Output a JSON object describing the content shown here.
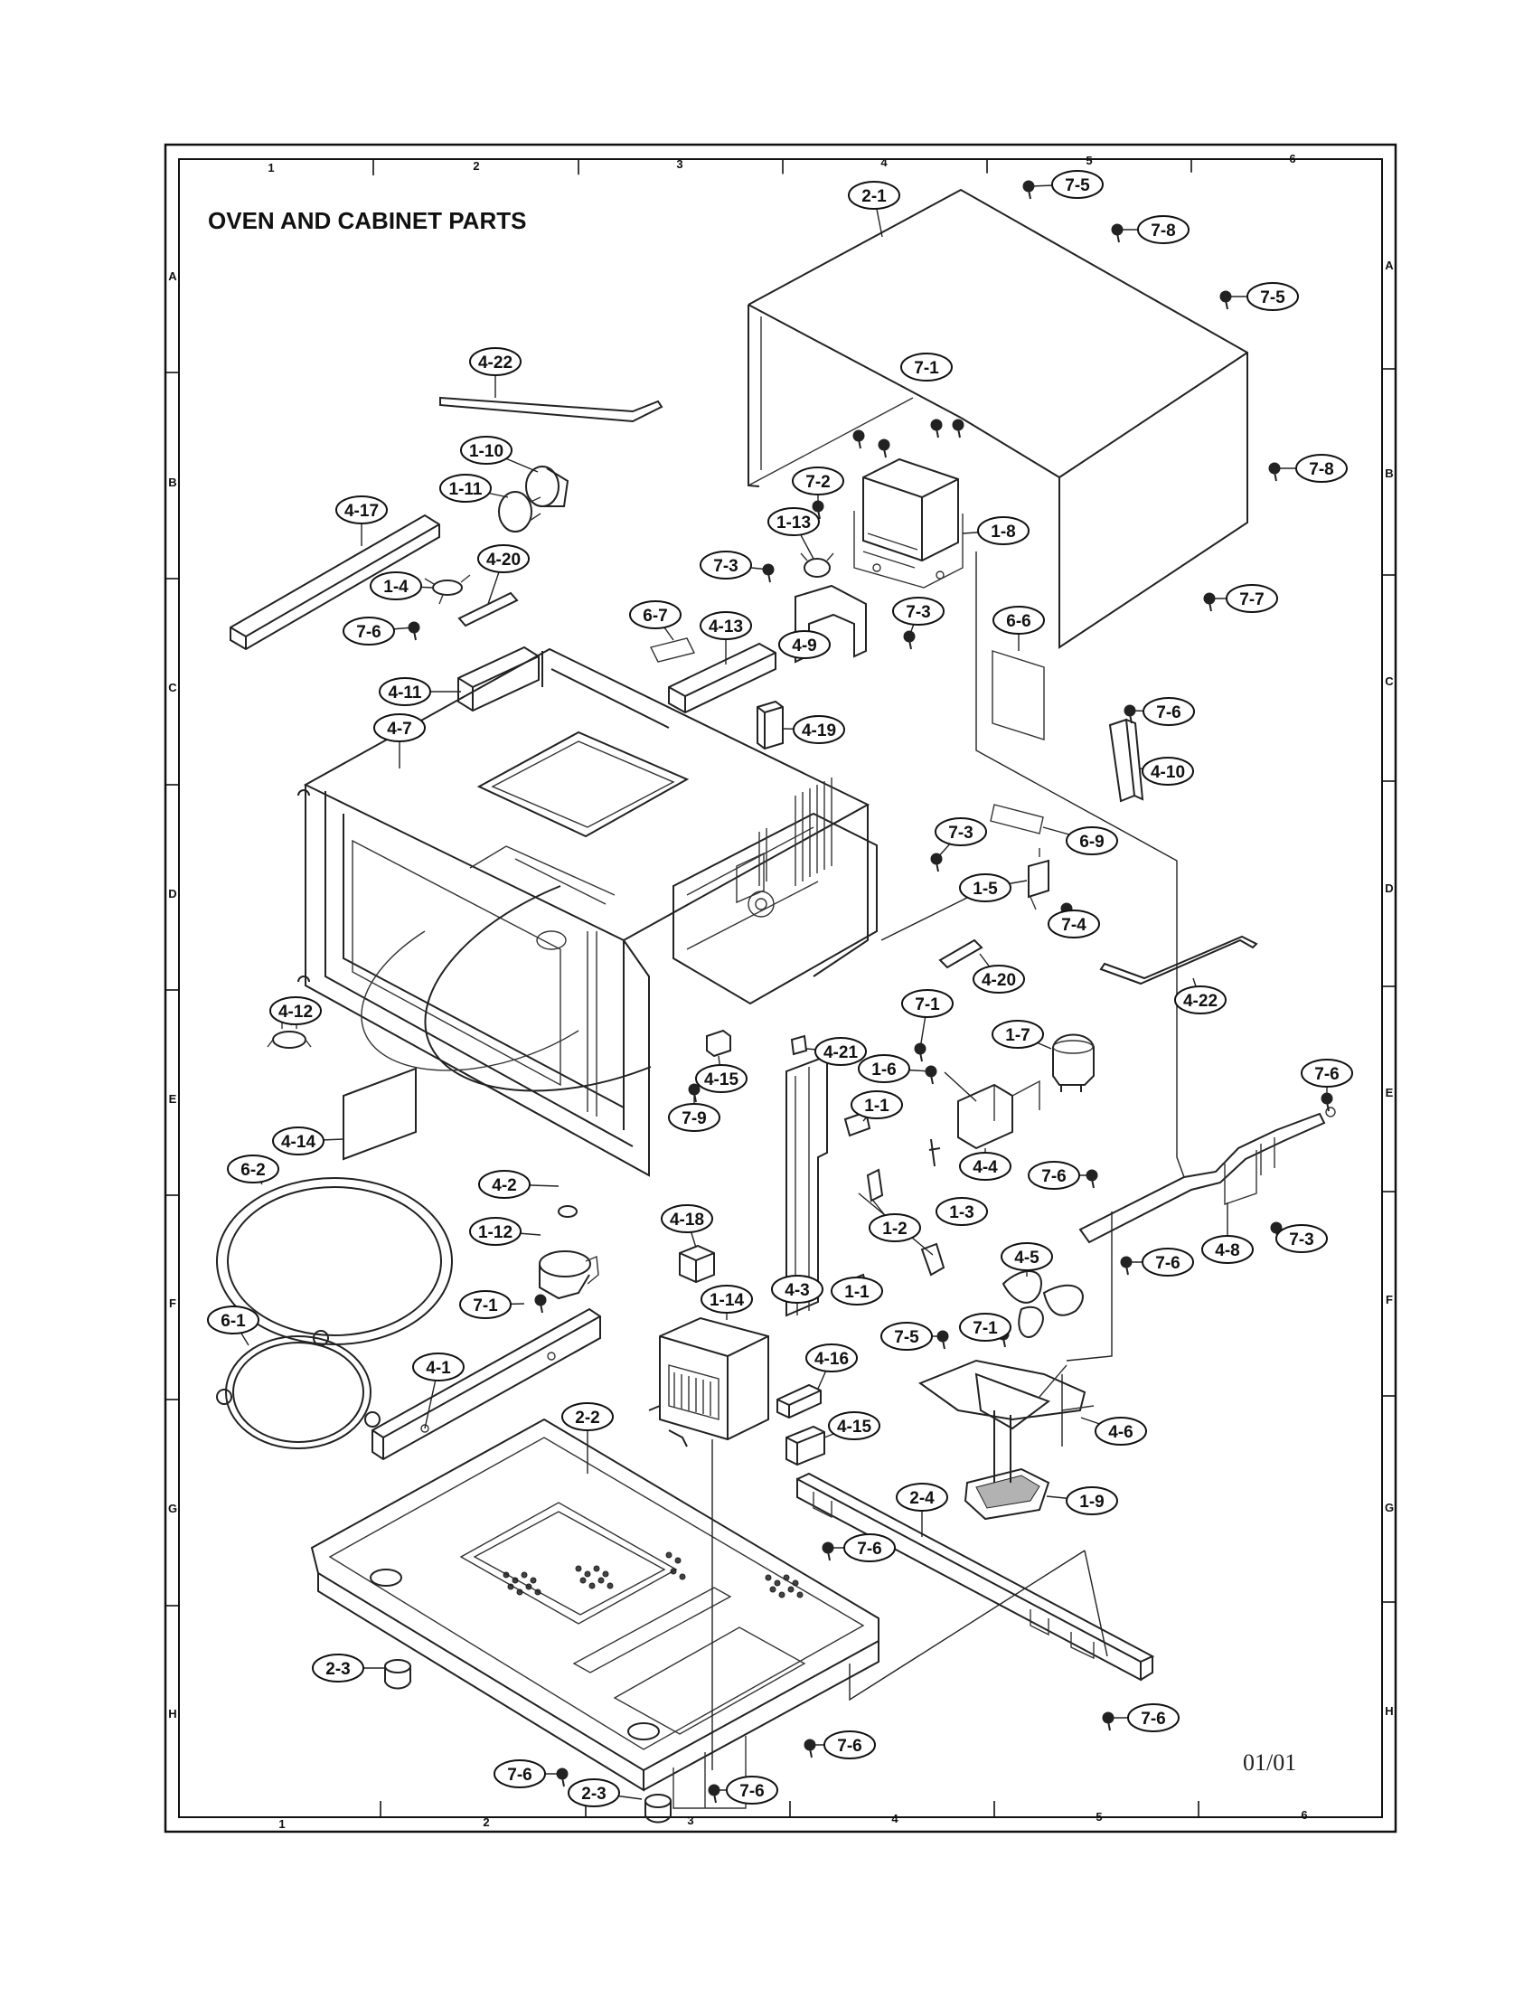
{
  "title": "OVEN AND CABINET PARTS",
  "page_code": "01/01",
  "grid": {
    "columns": [
      "1",
      "2",
      "3",
      "4",
      "5",
      "6"
    ],
    "rows": [
      "A",
      "B",
      "C",
      "D",
      "E",
      "F",
      "G",
      "H"
    ]
  },
  "callouts": [
    {
      "id": "c-2-1",
      "label": "2-1"
    },
    {
      "id": "c-7-5a",
      "label": "7-5"
    },
    {
      "id": "c-7-8a",
      "label": "7-8"
    },
    {
      "id": "c-7-5b",
      "label": "7-5"
    },
    {
      "id": "c-7-1a",
      "label": "7-1"
    },
    {
      "id": "c-7-8b",
      "label": "7-8"
    },
    {
      "id": "c-4-22a",
      "label": "4-22"
    },
    {
      "id": "c-1-10",
      "label": "1-10"
    },
    {
      "id": "c-1-11",
      "label": "1-11"
    },
    {
      "id": "c-7-2",
      "label": "7-2"
    },
    {
      "id": "c-1-13",
      "label": "1-13"
    },
    {
      "id": "c-1-8",
      "label": "1-8"
    },
    {
      "id": "c-4-17",
      "label": "4-17"
    },
    {
      "id": "c-4-20a",
      "label": "4-20"
    },
    {
      "id": "c-1-4",
      "label": "1-4"
    },
    {
      "id": "c-7-3a",
      "label": "7-3"
    },
    {
      "id": "c-7-7",
      "label": "7-7"
    },
    {
      "id": "c-7-6a",
      "label": "7-6"
    },
    {
      "id": "c-6-7",
      "label": "6-7"
    },
    {
      "id": "c-4-13",
      "label": "4-13"
    },
    {
      "id": "c-7-3b",
      "label": "7-3"
    },
    {
      "id": "c-4-9",
      "label": "4-9"
    },
    {
      "id": "c-6-6",
      "label": "6-6"
    },
    {
      "id": "c-4-11",
      "label": "4-11"
    },
    {
      "id": "c-4-7",
      "label": "4-7"
    },
    {
      "id": "c-4-19",
      "label": "4-19"
    },
    {
      "id": "c-7-6b",
      "label": "7-6"
    },
    {
      "id": "c-4-10",
      "label": "4-10"
    },
    {
      "id": "c-7-3c",
      "label": "7-3"
    },
    {
      "id": "c-6-9",
      "label": "6-9"
    },
    {
      "id": "c-1-5",
      "label": "1-5"
    },
    {
      "id": "c-7-4",
      "label": "7-4"
    },
    {
      "id": "c-4-20b",
      "label": "4-20"
    },
    {
      "id": "c-4-22b",
      "label": "4-22"
    },
    {
      "id": "c-4-12",
      "label": "4-12"
    },
    {
      "id": "c-7-1b",
      "label": "7-1"
    },
    {
      "id": "c-1-7",
      "label": "1-7"
    },
    {
      "id": "c-4-21",
      "label": "4-21"
    },
    {
      "id": "c-4-15a",
      "label": "4-15"
    },
    {
      "id": "c-1-6",
      "label": "1-6"
    },
    {
      "id": "c-7-6c",
      "label": "7-6"
    },
    {
      "id": "c-7-9",
      "label": "7-9"
    },
    {
      "id": "c-1-1a",
      "label": "1-1"
    },
    {
      "id": "c-4-14",
      "label": "4-14"
    },
    {
      "id": "c-4-4",
      "label": "4-4"
    },
    {
      "id": "c-7-6d",
      "label": "7-6"
    },
    {
      "id": "c-6-2",
      "label": "6-2"
    },
    {
      "id": "c-4-2",
      "label": "4-2"
    },
    {
      "id": "c-1-2",
      "label": "1-2"
    },
    {
      "id": "c-1-3",
      "label": "1-3"
    },
    {
      "id": "c-4-8",
      "label": "4-8"
    },
    {
      "id": "c-7-3d",
      "label": "7-3"
    },
    {
      "id": "c-1-12",
      "label": "1-12"
    },
    {
      "id": "c-4-18",
      "label": "4-18"
    },
    {
      "id": "c-7-6e",
      "label": "7-6"
    },
    {
      "id": "c-4-3",
      "label": "4-3"
    },
    {
      "id": "c-1-1b",
      "label": "1-1"
    },
    {
      "id": "c-4-5",
      "label": "4-5"
    },
    {
      "id": "c-7-1c",
      "label": "7-1"
    },
    {
      "id": "c-6-1",
      "label": "6-1"
    },
    {
      "id": "c-1-14",
      "label": "1-14"
    },
    {
      "id": "c-7-5c",
      "label": "7-5"
    },
    {
      "id": "c-7-1d",
      "label": "7-1"
    },
    {
      "id": "c-4-16",
      "label": "4-16"
    },
    {
      "id": "c-4-1",
      "label": "4-1"
    },
    {
      "id": "c-4-15b",
      "label": "4-15"
    },
    {
      "id": "c-4-6",
      "label": "4-6"
    },
    {
      "id": "c-2-2",
      "label": "2-2"
    },
    {
      "id": "c-1-9",
      "label": "1-9"
    },
    {
      "id": "c-2-4",
      "label": "2-4"
    },
    {
      "id": "c-7-6f",
      "label": "7-6"
    },
    {
      "id": "c-2-3a",
      "label": "2-3"
    },
    {
      "id": "c-7-6g",
      "label": "7-6"
    },
    {
      "id": "c-7-6h",
      "label": "7-6"
    },
    {
      "id": "c-7-6i",
      "label": "7-6"
    },
    {
      "id": "c-7-6j",
      "label": "7-6"
    },
    {
      "id": "c-2-3b",
      "label": "2-3"
    }
  ]
}
